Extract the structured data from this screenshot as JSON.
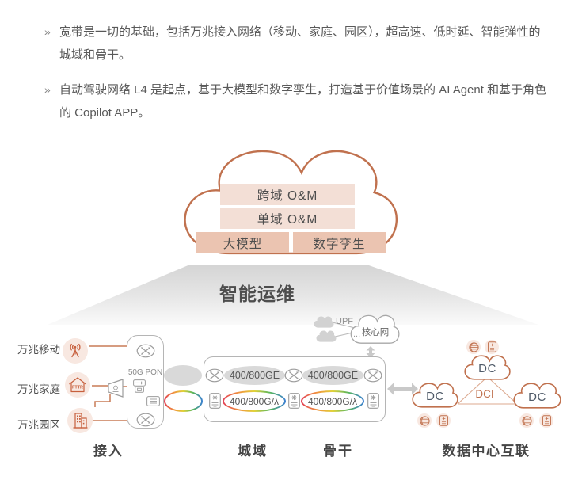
{
  "bullets": [
    {
      "marker": "»",
      "text": "宽带是一切的基础，包括万兆接入网络（移动、家庭、园区），超高速、低时延、智能弹性的城域和骨干。"
    },
    {
      "marker": "»",
      "text": "自动驾驶网络 L4 是起点，基于大模型和数字孪生，打造基于价值场景的 AI Agent 和基于角色的 Copilot APP。"
    }
  ],
  "intelligent_om": {
    "caption": "智能运维",
    "layers": {
      "cross_domain": "跨域 O&M",
      "single_domain": "单域 O&M",
      "large_model": "大模型",
      "digital_twin": "数字孪生"
    }
  },
  "access_section": {
    "caption": "接入",
    "olt_label": "50G PON",
    "sources": [
      {
        "label": "万兆移动",
        "icon": "antenna-icon"
      },
      {
        "label": "万兆家庭",
        "icon": "home-fttr-icon",
        "device_text": "FTTR"
      },
      {
        "label": "万兆园区",
        "icon": "building-icon"
      }
    ]
  },
  "core_section": {
    "upf_label": "UPF",
    "ellipsis": "...",
    "core_cloud_label": "核心网"
  },
  "transport_section": {
    "metro_caption": "城域",
    "backbone_caption": "骨干",
    "ip_link": "400/800GE",
    "optical_link": "400/800G/λ"
  },
  "dci_section": {
    "caption": "数据中心互联",
    "dc_label": "DC",
    "link_label": "DCI"
  },
  "icons": {
    "mobile": "antenna-icon",
    "home": "home-fttr-icon",
    "campus": "building-icon",
    "router": "router-icon",
    "otn": "otn-card-icon",
    "splitter": "splitter-icon",
    "odn": "odn-trapezoid-icon",
    "dc_fabric": "fabric-ball-icon",
    "dc_card": "line-card-icon",
    "cloud": "cloud-icon",
    "arrow": "double-arrow-icon"
  },
  "colors": {
    "accent_orange": "#C0714E",
    "icon_orange": "#C75F3C",
    "light_pink_box": "#F3DFD6",
    "mid_pink_box": "#EBC4B1",
    "pink_circle": "#F8E8E1",
    "gray_fill": "#D9D9D9",
    "gray_stroke": "#9C9C9C",
    "text_dark": "#4A4A4A",
    "text_body": "#595959"
  }
}
